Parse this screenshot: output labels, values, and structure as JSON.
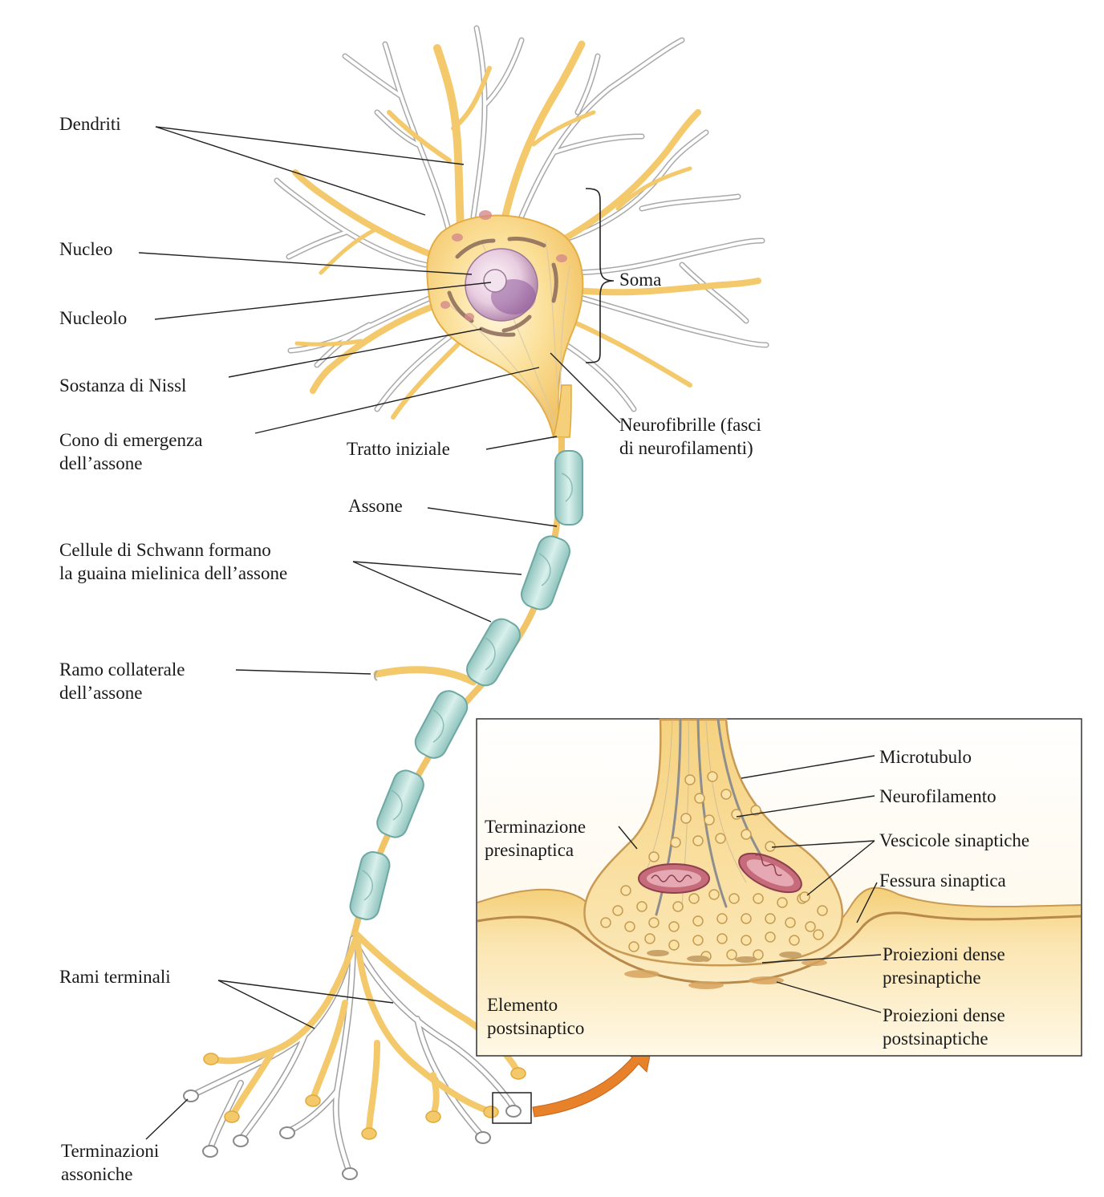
{
  "labels": {
    "dendriti": "Dendriti",
    "nucleo": "Nucleo",
    "nucleolo": "Nucleolo",
    "sostanza_nissl": "Sostanza di Nissl",
    "cono_1": "Cono di emergenza",
    "cono_2": "dell’assone",
    "tratto_iniziale": "Tratto iniziale",
    "soma": "Soma",
    "neurofibrille_1": "Neurofibrille (fasci",
    "neurofibrille_2": "di neurofilamenti)",
    "assone": "Assone",
    "schwann_1": "Cellule di Schwann formano",
    "schwann_2": "la guaina mielinica dell’assone",
    "ramo_coll_1": "Ramo collaterale",
    "ramo_coll_2": "dell’assone",
    "rami_terminali": "Rami terminali",
    "term_assoniche_1": "Terminazioni",
    "term_assoniche_2": "assoniche"
  },
  "inset": {
    "microtubulo": "Microtubulo",
    "neurofilamento": "Neurofilamento",
    "vescicole": "Vescicole sinaptiche",
    "fessura": "Fessura sinaptica",
    "term_pre_1": "Terminazione",
    "term_pre_2": "presinaptica",
    "proiez_pre_1": "Proiezioni dense",
    "proiez_pre_2": "presinaptiche",
    "elemento_1": "Elemento",
    "elemento_2": "postsinaptico",
    "proiez_post_1": "Proiezioni dense",
    "proiez_post_2": "postsinaptiche"
  },
  "colors": {
    "neuron_fill": "#f6cf7a",
    "neuron_stroke": "#e0a93a",
    "myelin": "#bfe0dc",
    "nucleus": "#8e5a9a",
    "mitochondria": "#c56b7a",
    "arrow": "#e8822a",
    "leader": "#222222"
  }
}
